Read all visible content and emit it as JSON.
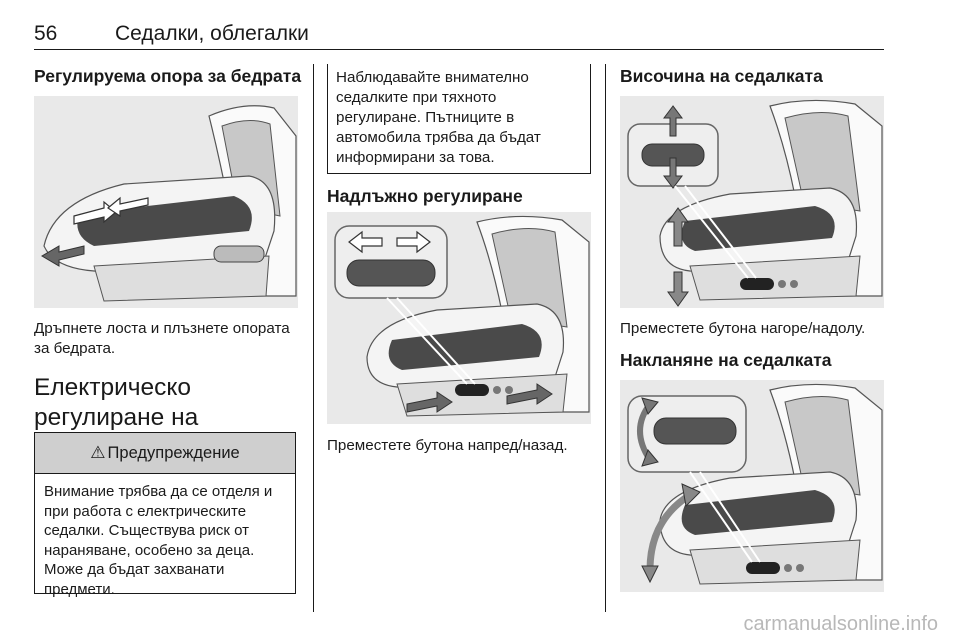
{
  "header": {
    "page_number": "56",
    "section_title": "Седалки, облегалки"
  },
  "col1": {
    "heading_thigh": "Регулируема опора за бедрата",
    "caption_thigh": "Дръпнете лоста и плъзнете опората за бедрата.",
    "heading_electric": "Електрическо регулиране на седалките",
    "warning": {
      "symbol": "⚠",
      "title": "Предупреждение",
      "text": "Внимание трябва да се отделя и при работа с електрическите седалки. Съществува риск от нараняване, особено за деца. Може да бъдат захванати предмети."
    }
  },
  "col2": {
    "note_text": "Наблюдавайте внимателно седалките при тяхното регулиране. Пътниците в автомобила трябва да бъдат информирани за това.",
    "heading_longitudinal": "Надлъжно регулиране",
    "caption_longitudinal": "Преместете бутона напред/назад."
  },
  "col3": {
    "heading_height": "Височина на седалката",
    "caption_height": "Преместете бутона нагоре/надолу.",
    "heading_tilt": "Накланяне на седалката"
  },
  "watermark": "carmanualsonline.info"
}
